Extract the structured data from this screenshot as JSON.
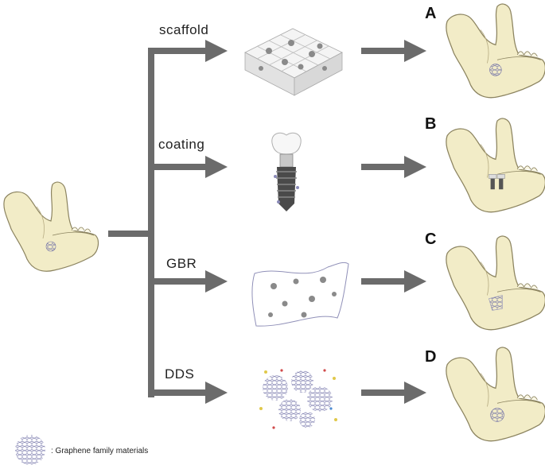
{
  "diagram": {
    "branches": [
      {
        "label": "scaffold",
        "panel": "A",
        "icon": "scaffold-lattice-icon"
      },
      {
        "label": "coating",
        "panel": "B",
        "icon": "dental-implant-icon"
      },
      {
        "label": "GBR",
        "panel": "C",
        "icon": "membrane-sheet-icon"
      },
      {
        "label": "DDS",
        "panel": "D",
        "icon": "drug-delivery-particles-icon"
      }
    ],
    "legend": {
      "text": ": Graphene family materials",
      "icon": "graphene-hexagon-icon"
    },
    "colors": {
      "arrow": "#6b6b6b",
      "bone": "#f2ecc7",
      "bone_outline": "#8c8460",
      "graphene": "#8a8ab8"
    }
  }
}
